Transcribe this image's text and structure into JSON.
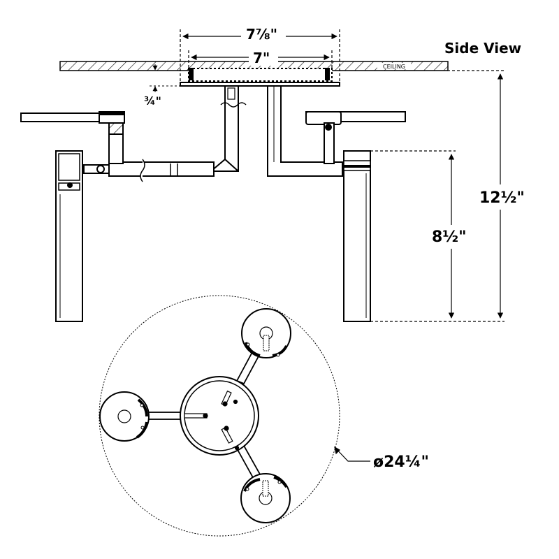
{
  "title": "Side View",
  "ceiling_label": "CEILING",
  "dimensions": {
    "canopy_outer": "7⅞\"",
    "canopy_inner": "7\"",
    "canopy_depth": "¾\"",
    "overall_height": "12½\"",
    "shade_height": "8½\"",
    "diameter": "ø24¼\""
  },
  "colors": {
    "line": "#000000",
    "hatch": "#000000",
    "background": "#ffffff"
  }
}
